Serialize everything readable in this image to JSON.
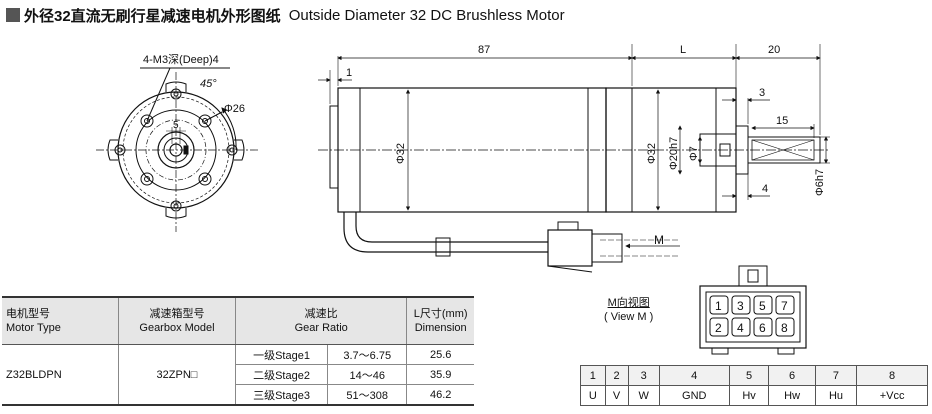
{
  "title": {
    "cn": "外径32直流无刷行星减速电机外形图纸",
    "en": "Outside Diameter 32 DC Brushless Motor"
  },
  "front_view": {
    "holes_label": "4-M3深(Deep)4",
    "angle_label": "45°",
    "diameter_label": "Φ26",
    "center_label": "5"
  },
  "side_view": {
    "dim_87": "87",
    "dim_L": "L",
    "dim_20": "20",
    "dim_1": "1",
    "dim_3": "3",
    "dim_15": "15",
    "dim_4": "4",
    "dia_32_body": "Φ32",
    "dia_32_gear": "Φ32",
    "dia_20h7": "Φ20h7",
    "dia_7": "Φ7",
    "dia_6h7": "Φ6h7",
    "arrow_M": "M"
  },
  "connector": {
    "title_cn": "M向视图",
    "title_en": "( View M )",
    "pins_top": [
      "1",
      "3",
      "5",
      "7"
    ],
    "pins_bottom": [
      "2",
      "4",
      "6",
      "8"
    ]
  },
  "spec_table": {
    "headers": {
      "motor_cn": "电机型号",
      "motor_en": "Motor Type",
      "gearbox_cn": "减速箱型号",
      "gearbox_en": "Gearbox Model",
      "ratio_cn": "减速比",
      "ratio_en": "Gear Ratio",
      "l_cn": "L尺寸(mm)",
      "l_en": "Dimension"
    },
    "motor_type": "Z32BLDPN",
    "gearbox_model": "32ZPN□",
    "rows": [
      {
        "stage": "一级Stage1",
        "ratio": "3.7～6.75",
        "L": "25.6"
      },
      {
        "stage": "二级Stage2",
        "ratio": "14～46",
        "L": "35.9"
      },
      {
        "stage": "三级Stage3",
        "ratio": "51～308",
        "L": "46.2"
      }
    ]
  },
  "pin_table": {
    "numbers": [
      "1",
      "2",
      "3",
      "4",
      "5",
      "6",
      "7",
      "8"
    ],
    "signals": [
      "U",
      "V",
      "W",
      "GND",
      "Hv",
      "Hw",
      "Hu",
      "+Vcc"
    ]
  }
}
